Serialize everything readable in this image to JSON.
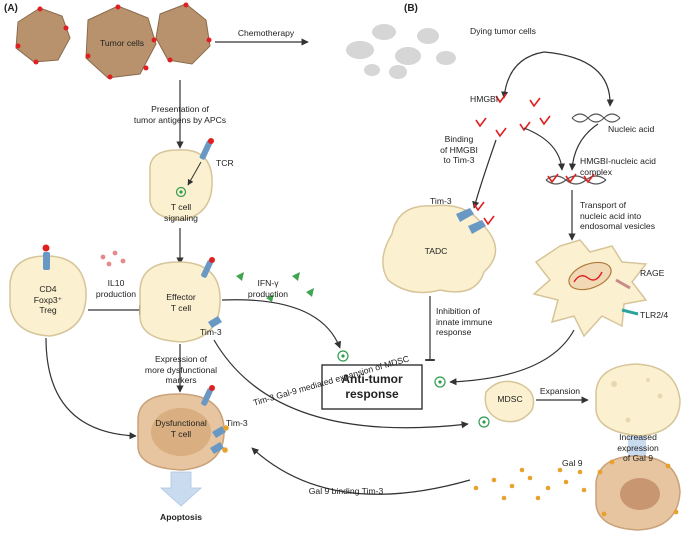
{
  "panels": {
    "a": "(A)",
    "b": "(B)"
  },
  "labels": {
    "tumor_cells": "Tumor cells",
    "chemotherapy": "Chemotherapy",
    "dying_tumor_cells": "Dying tumor cells",
    "presentation": [
      "Presentation of",
      "tumor antigens by APCs"
    ],
    "tcr": "TCR",
    "t_cell_signaling": [
      "T cell",
      "signaling"
    ],
    "treg": [
      "CD4",
      "Foxp3⁺",
      "Treg"
    ],
    "il10": [
      "IL10",
      "production"
    ],
    "effector": [
      "Effector",
      "T cell"
    ],
    "ifn": [
      "IFN-γ",
      "production"
    ],
    "tim3_effector": "Tim-3",
    "expression": [
      "Expression of",
      "more dysfunctional",
      "markers"
    ],
    "dysfunctional": [
      "Dysfunctional",
      "T cell"
    ],
    "tim3_dysfunctional": "Tim-3",
    "apoptosis": "Apoptosis",
    "anti_tumor": [
      "Anti-tumor",
      "response"
    ],
    "mdsc_expansion_path": "Tim-3 Gal-9 mediated expansion of MDSC",
    "gal9_binding": "Gal 9 binding Tim-3",
    "hmgbi": "HMGBI",
    "nucleic_acid": "Nucleic acid",
    "binding": [
      "Binding",
      "of HMGBI",
      "to Tim-3"
    ],
    "complex": [
      "HMGBI-nucleic acid",
      "complex"
    ],
    "tim3_tadc": "Tim-3",
    "tadc": "TADC",
    "transport": [
      "Transport of",
      "nucleic acid into",
      "endosomal vesicles"
    ],
    "rage": "RAGE",
    "tlr": "TLR2/4",
    "inhibition": [
      "Inhibition of",
      "innate immune",
      "response"
    ],
    "mdsc": "MDSC",
    "expansion": "Expansion",
    "increased": [
      "Increased",
      "expression",
      "of Gal 9"
    ],
    "gal9": "Gal 9"
  },
  "colors": {
    "tumor": "#b8926c",
    "tumor_dark": "#8a6a4c",
    "tumor_spot": "#e02020",
    "dying": "#d6d6d6",
    "cell": "#fbf0cf",
    "cell_edge": "#d7c59a",
    "dysfunctional": "#e7c5a0",
    "receptor": "#6a98c4",
    "arrow": "#333333",
    "plus": "#2e9d4f",
    "ifn": "#3fa64f",
    "il10": "#e58a8a",
    "gal9": "#e8a12c",
    "helix": "#d4453a",
    "apoptosis_arrow": "#c9dbef"
  }
}
